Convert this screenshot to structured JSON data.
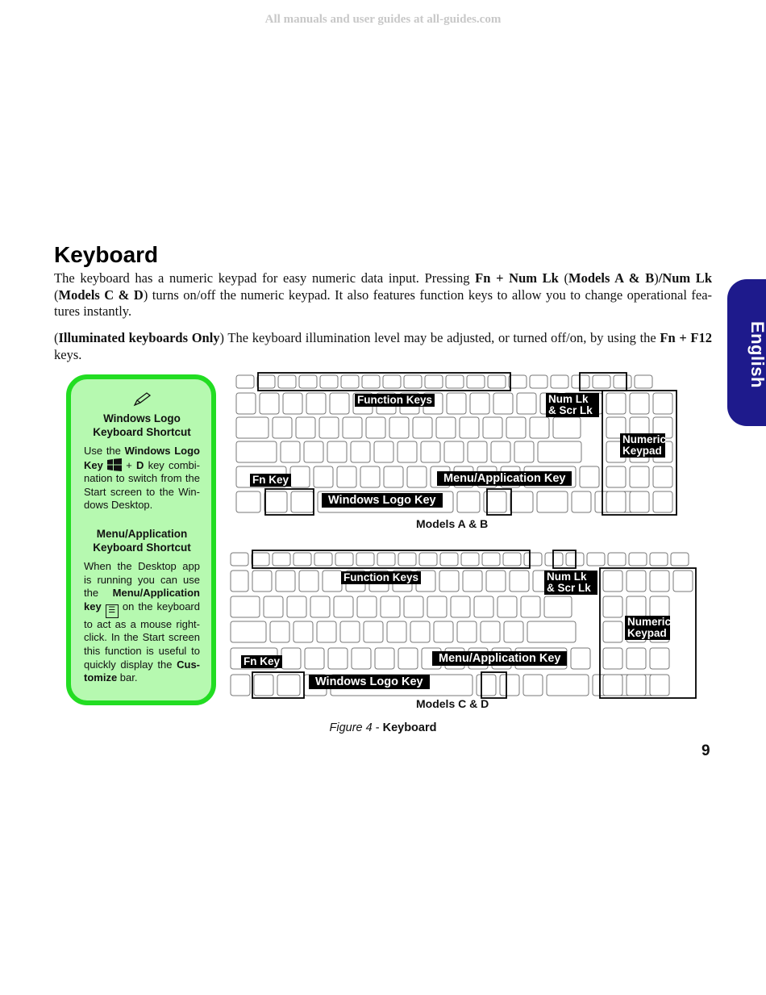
{
  "watermark": "All manuals and user guides at all-guides.com",
  "side_tab": "English",
  "title": "Keyboard",
  "paragraph1": {
    "t1": "The keyboard has a numeric keypad for easy numeric data input. Pressing ",
    "b1": "Fn + Num Lk",
    "t2": " (",
    "b2": "Models A & B",
    "t3": ")",
    "b3": "/Num Lk",
    "t4": " (",
    "b4": "Models C & D",
    "t5": ") turns on/off the numeric keypad. It also features function keys to allow you to change operational fea-tures instantly."
  },
  "paragraph2": {
    "t1": "(",
    "b1": "Illuminated keyboards Only",
    "t2": ") The keyboard illumination level may be adjusted, or turned off/on, by using the ",
    "b2": "Fn + F12",
    "t3": " keys."
  },
  "note": {
    "heading1": "Windows Logo Keyboard Shortcut",
    "s1_t1": "Use the ",
    "s1_b1": "Windows Logo Key",
    "s1_t2": " + ",
    "s1_b2": "D",
    "s1_t3": " key combi-nation to switch from the Start screen to the Win-dows Desktop.",
    "heading2": "Menu/Application Keyboard Shortcut",
    "s2_t1": "When the Desktop app is running you can use the ",
    "s2_b1": "Menu/Application key",
    "s2_t2": " on the keyboard to act as a mouse right-click. In the Start screen this function is useful to quickly display the ",
    "s2_b2": "Cus-tomize",
    "s2_t3": " bar."
  },
  "keyboard_ab": {
    "caption": "Models A & B",
    "labels": {
      "function_keys": "Function Keys",
      "numlk": "Num Lk & Scr Lk",
      "numeric_keypad": "Numeric Keypad",
      "fn_key": "Fn Key",
      "menu_key": "Menu/Application Key",
      "windows_key": "Windows Logo Key"
    }
  },
  "keyboard_cd": {
    "caption": "Models C & D",
    "labels": {
      "function_keys": "Function Keys",
      "numlk": "Num Lk & Scr Lk",
      "numeric_keypad": "Numeric Keypad",
      "fn_key": "Fn Key",
      "menu_key": "Menu/Application Key",
      "windows_key": "Windows Logo Key"
    }
  },
  "figure_caption": {
    "num": "Figure 4",
    "sep": " - ",
    "title": "Keyboard"
  },
  "page_number": "9"
}
